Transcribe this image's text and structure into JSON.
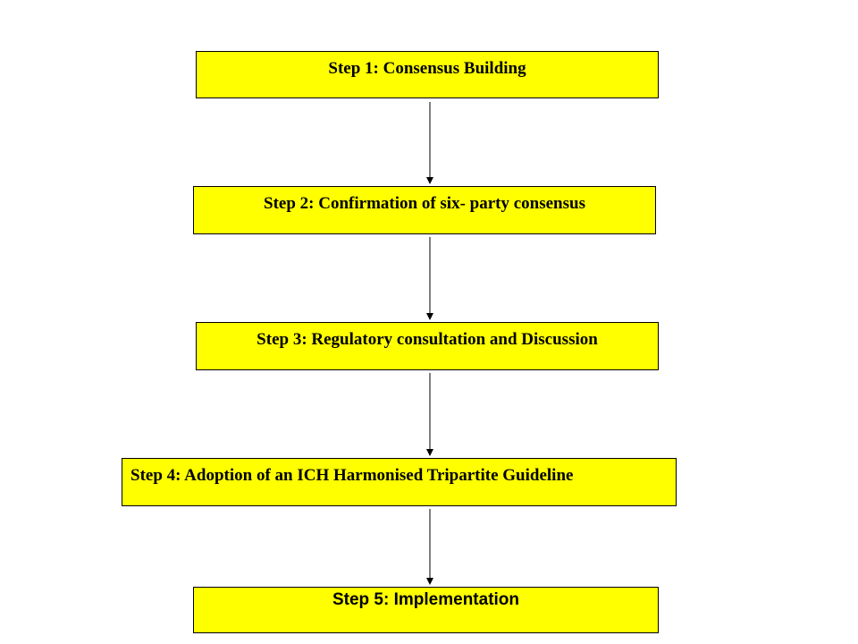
{
  "colors": {
    "box_fill": "#ffff00",
    "box_border": "#000000",
    "arrow": "#000000",
    "background": "#ffffff"
  },
  "steps": [
    {
      "label": "Step 1",
      "text": ": Consensus Building"
    },
    {
      "label": "Step 2",
      "text": ": Confirmation of six- party consensus"
    },
    {
      "label": "Step 3",
      "text": ": Regulatory consultation and Discussion"
    },
    {
      "label": "Step 4",
      "text": ": Adoption of an ICH Harmonised Tripartite Guideline"
    },
    {
      "label": "Step 5",
      "text": ": Implementation"
    }
  ]
}
